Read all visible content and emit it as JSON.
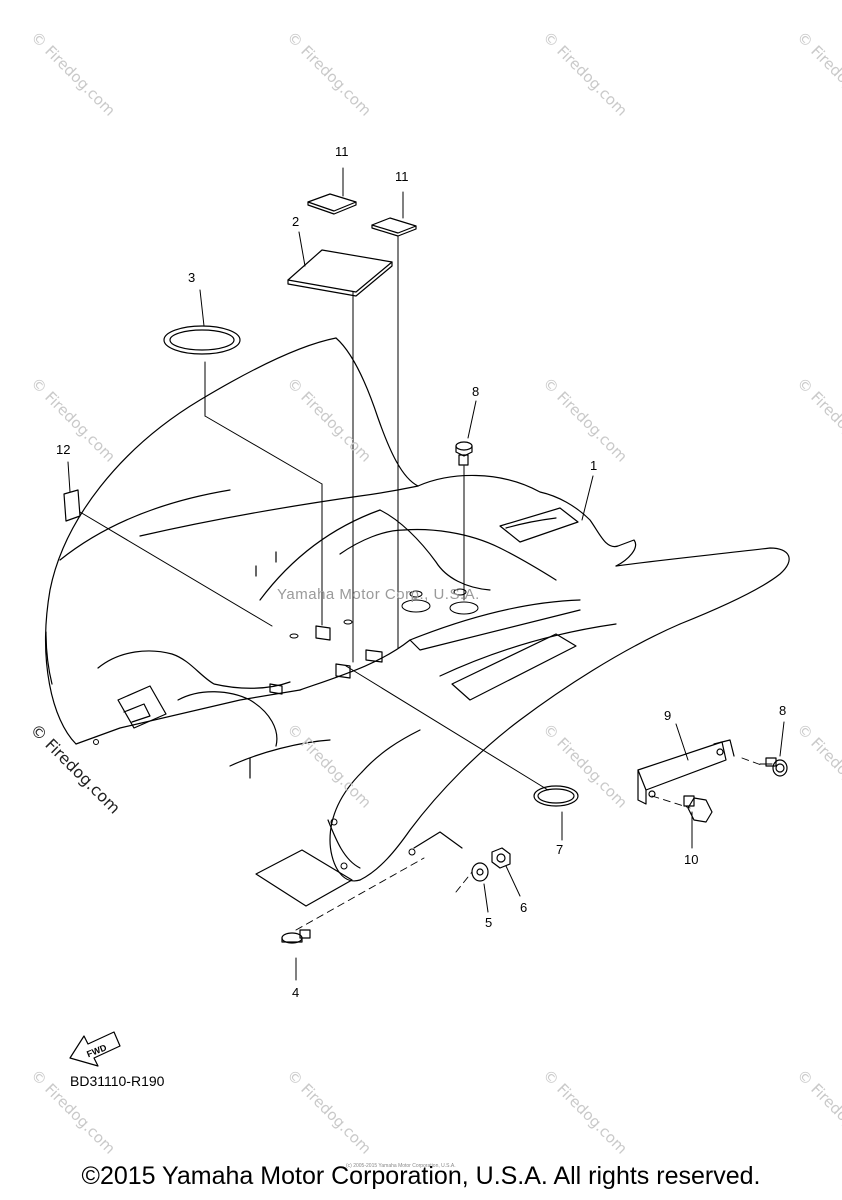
{
  "watermark": {
    "text": "© Firedog.com",
    "center_text": "Yamaha Motor Corp., U.S.A."
  },
  "callouts": {
    "c1": "1",
    "c2": "2",
    "c3": "3",
    "c4": "4",
    "c5": "5",
    "c6": "6",
    "c7": "7",
    "c8a": "8",
    "c8b": "8",
    "c9": "9",
    "c10": "10",
    "c11a": "11",
    "c11b": "11",
    "c12": "12"
  },
  "fwd_label": "FWD",
  "diagram_code": "BD31110-R190",
  "tiny_copyright": "(c) 2005-2015 Yamaha Motor Corporation, U.S.A.",
  "footer": "©2015 Yamaha Motor Corporation, U.S.A. All rights reserved."
}
